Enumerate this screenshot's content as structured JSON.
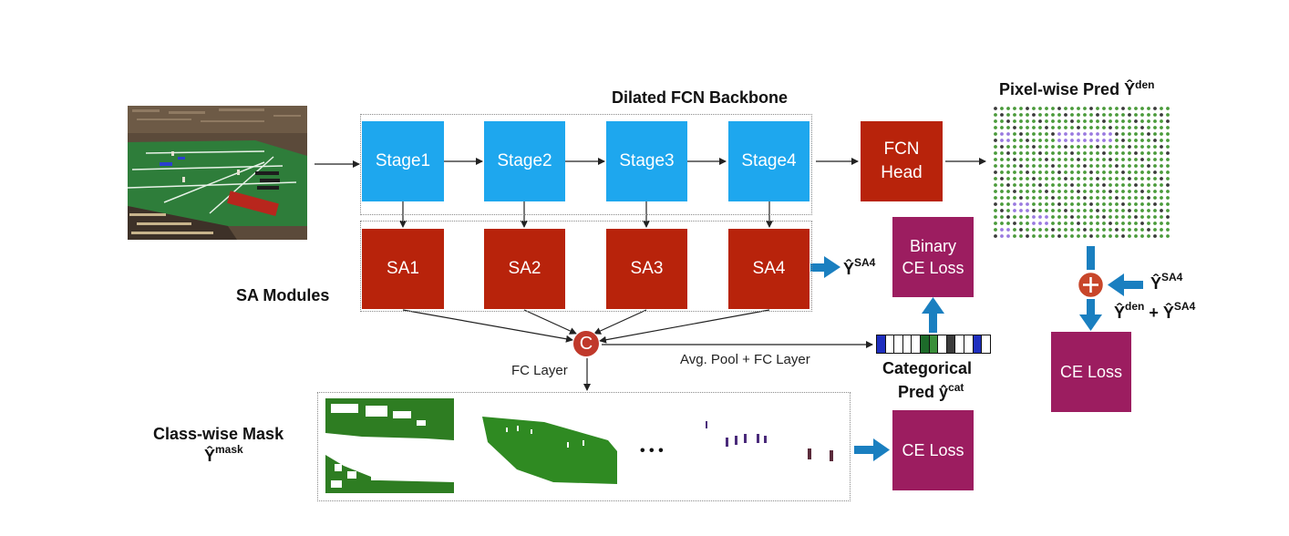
{
  "backbone": {
    "title": "Dilated FCN Backbone",
    "stages": [
      "Stage1",
      "Stage2",
      "Stage3",
      "Stage4"
    ],
    "fcn_head": [
      "FCN",
      "Head"
    ]
  },
  "sa_modules": {
    "title": "SA Modules",
    "items": [
      "SA1",
      "SA2",
      "SA3",
      "SA4"
    ],
    "output_label": {
      "base": "Ŷ",
      "sup": "SA4"
    }
  },
  "binary_loss": [
    "Binary",
    "CE Loss"
  ],
  "concat": {
    "symbol": "C",
    "fc_label": "FC Layer",
    "pool_label": "Avg. Pool + FC Layer"
  },
  "categorical": {
    "title_line1": "Categorical",
    "title_line2": "Pred",
    "base": "ŷ",
    "sup": "cat",
    "cells": [
      "#1f2fbf",
      "#ffffff",
      "#ffffff",
      "#ffffff",
      "#ffffff",
      "#1d6b2a",
      "#3a8f3a",
      "#ffffff",
      "#3b3b3b",
      "#ffffff",
      "#ffffff",
      "#1f2fbf",
      "#ffffff"
    ]
  },
  "class_mask": {
    "title": "Class-wise Mask",
    "base": "Ŷ",
    "sup": "mask",
    "ellipsis": "• • •",
    "loss": "CE Loss"
  },
  "pixel_pred": {
    "title": "Pixel-wise Pred",
    "base": "Ŷ",
    "sup": "den"
  },
  "sum": {
    "input": {
      "base": "Ŷ",
      "sup": "SA4"
    },
    "result": {
      "a": "Ŷ",
      "a_sup": "den",
      "plus": "+",
      "b": "Ŷ",
      "b_sup": "SA4"
    },
    "loss": "CE Loss"
  },
  "colors": {
    "stage": "#1ea7ee",
    "sa": "#b8230b",
    "loss": "#9c1d60",
    "arrow_blue": "#1a7fc0",
    "concat": "#c0392b"
  }
}
